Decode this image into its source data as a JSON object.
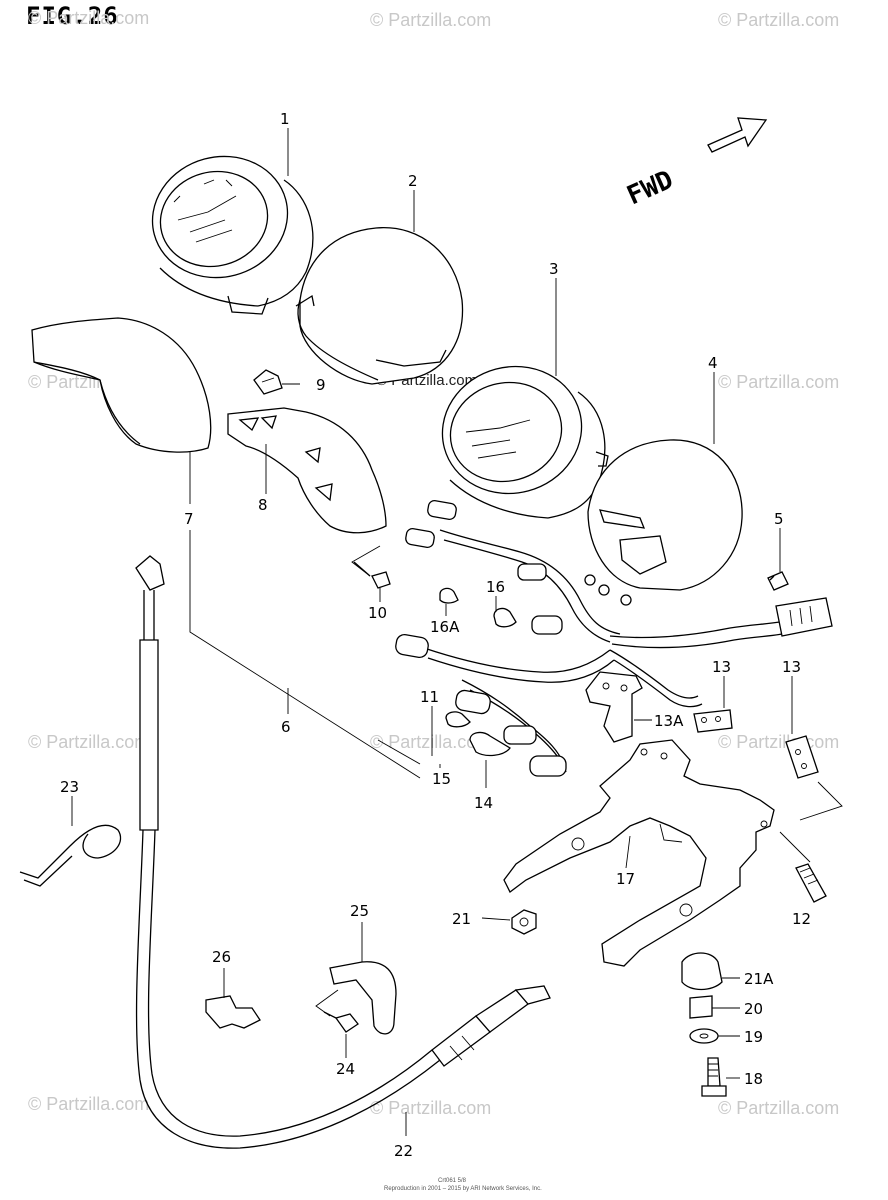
{
  "figure": {
    "title": "FIG.26"
  },
  "watermark": {
    "text": "© Partzilla.com"
  },
  "direction": {
    "label": "FWD"
  },
  "callouts": [
    "1",
    "2",
    "3",
    "4",
    "5",
    "6",
    "7",
    "8",
    "9",
    "10",
    "11",
    "12",
    "13",
    "13",
    "13A",
    "14",
    "15",
    "16",
    "16A",
    "17",
    "18",
    "19",
    "20",
    "21",
    "21A",
    "22",
    "23",
    "24",
    "25",
    "26"
  ],
  "footer": {
    "code": "Crt061 5/8",
    "copyright": "Reproduction in 2001 – 2015 by ARI Network Services, Inc."
  }
}
